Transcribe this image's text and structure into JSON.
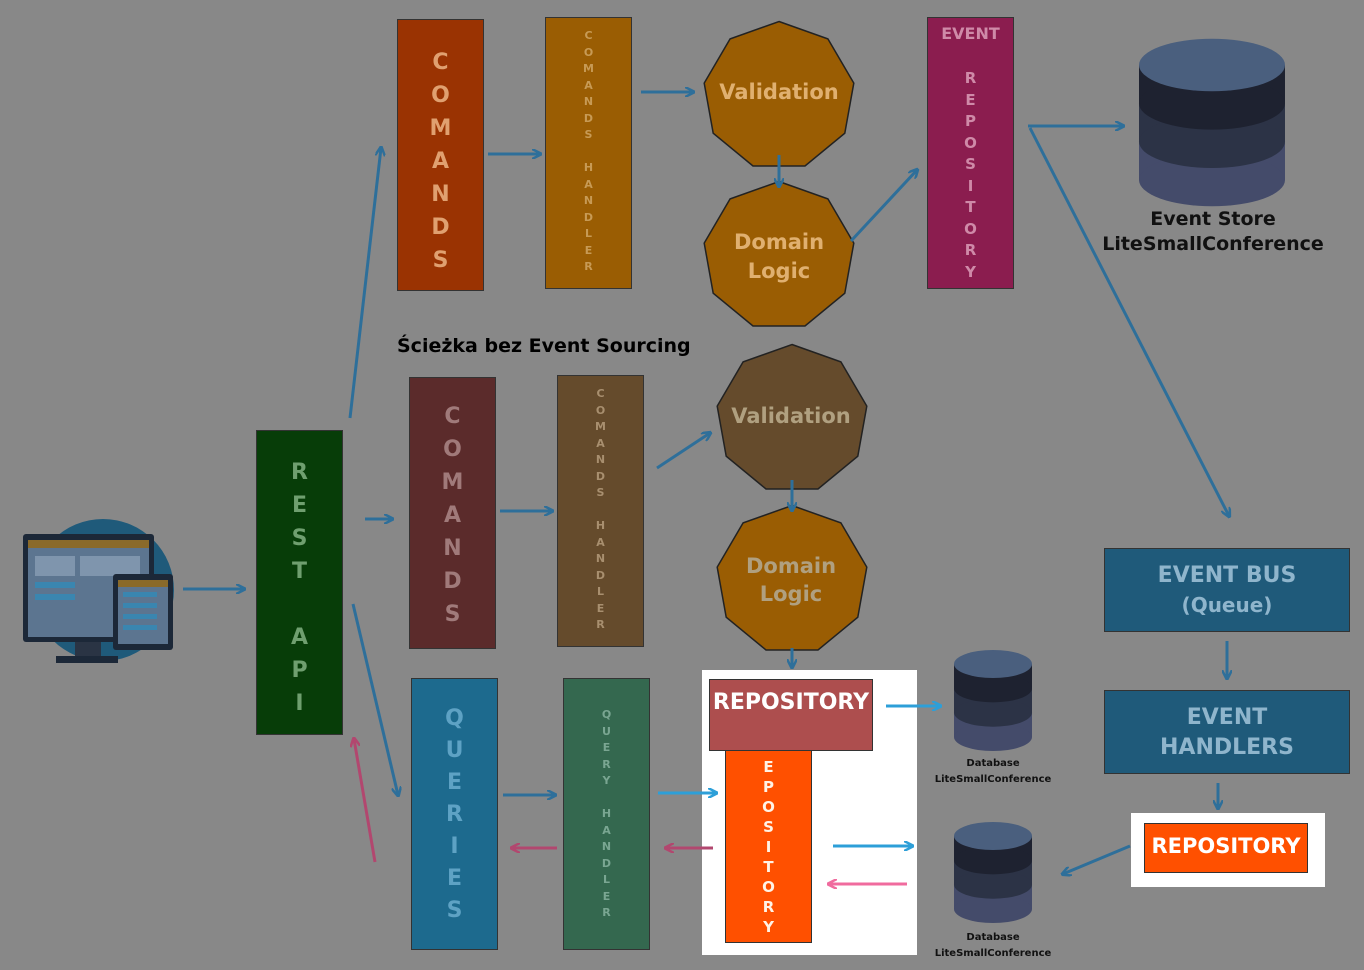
{
  "colors": {
    "background": "#888888",
    "arrow_blue": "#2e6f9a",
    "arrow_pink": "#b2476f",
    "commands_red": "#9a3302",
    "handler_orange": "#9a5d03",
    "domain_orange": "#9a5d03",
    "event_repo_magenta": "#8b1d4f",
    "rest_green": "#073d08",
    "commands2_brown": "#5b2b2b",
    "handler2_brown": "#654b2c",
    "domain2_brown": "#654b2c",
    "queries_blue": "#1d6a8e",
    "query_handler_green": "#34684f",
    "repository_red": "#ad4e4e",
    "repository_orange": "#ff5000",
    "event_bus_blue": "#1f5a7a",
    "db_blue": "#4a5f7e"
  },
  "top_path": {
    "commands_label": "COMANDS",
    "handler_label": "COMANDS HANDLER",
    "validation_label": "Validation",
    "domain_logic_label": [
      "Domain",
      "Logic"
    ],
    "event_repository_title": "EVENT",
    "event_repository_label": "REPOSITORY",
    "event_store_caption": [
      "Event Store",
      "LiteSmallConference"
    ]
  },
  "middle_path": {
    "title": "Ścieżka bez Event Sourcing",
    "commands_label": "COMANDS",
    "handler_label": "COMANDS HANDLER",
    "validation_label": "Validation",
    "domain_logic_label": [
      "Domain",
      "Logic"
    ]
  },
  "rest_api_label": "REST API",
  "queries_path": {
    "queries_label": "QUERIES",
    "handler_label": "QUERY HANDLER",
    "repository_label": "REPOSITORY",
    "repository_vertical_label": "EPOSITORY",
    "db_caption_1": [
      "Database",
      "LiteSmallConference"
    ],
    "db_caption_2": [
      "Database",
      "LiteSmallConference"
    ]
  },
  "event_side": {
    "event_bus_label": [
      "EVENT BUS",
      "(Queue)"
    ],
    "event_handlers_label": [
      "EVENT",
      "HANDLERS"
    ],
    "repository_label": "REPOSITORY"
  },
  "icons": [
    "devices-icon",
    "database-icon"
  ]
}
